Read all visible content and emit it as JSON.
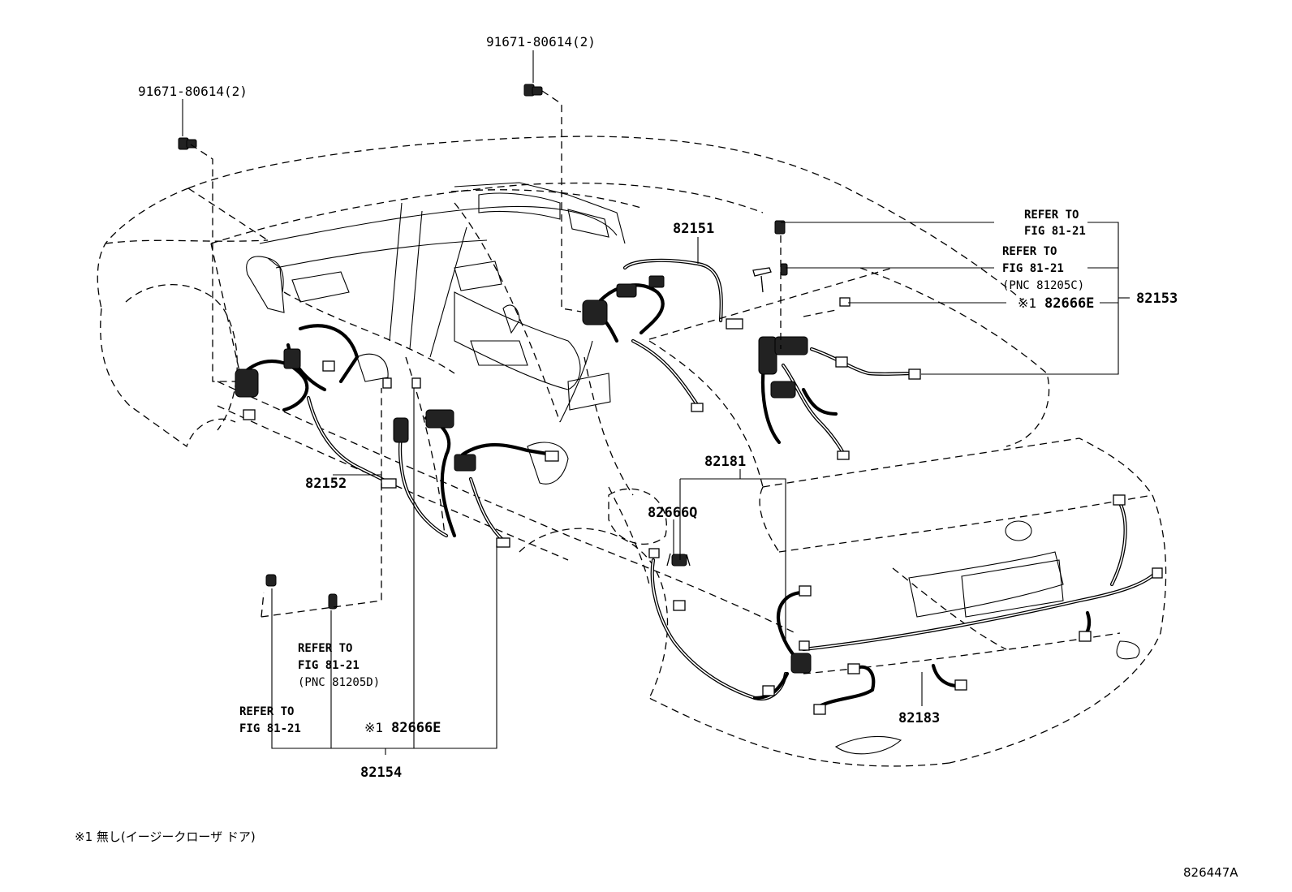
{
  "labels": {
    "bolt_left": "91671-80614(2)",
    "bolt_top": "91671-80614(2)",
    "p82151": "82151",
    "refer_top_1": "REFER TO",
    "refer_top_1b": "FIG 81-21",
    "refer_top_2": "REFER TO",
    "refer_top_2b": "FIG 81-21",
    "refer_top_2c": "(PNC 81205C)",
    "note_mark_top": "※1",
    "p82666e_top": "82666E",
    "p82153": "82153",
    "p82152": "82152",
    "p82181": "82181",
    "p82666q": "82666Q",
    "refer_bot_1": "REFER TO",
    "refer_bot_1b": "FIG 81-21",
    "refer_bot_1c": "(PNC 81205D)",
    "refer_bot_2": "REFER TO",
    "refer_bot_2b": "FIG 81-21",
    "note_mark_bot": "※1",
    "p82666e_bot": "82666E",
    "p82154": "82154",
    "p82183": "82183"
  },
  "footnote": "※1 無し(イージークローザ ドア)",
  "figure_id": "826447A"
}
